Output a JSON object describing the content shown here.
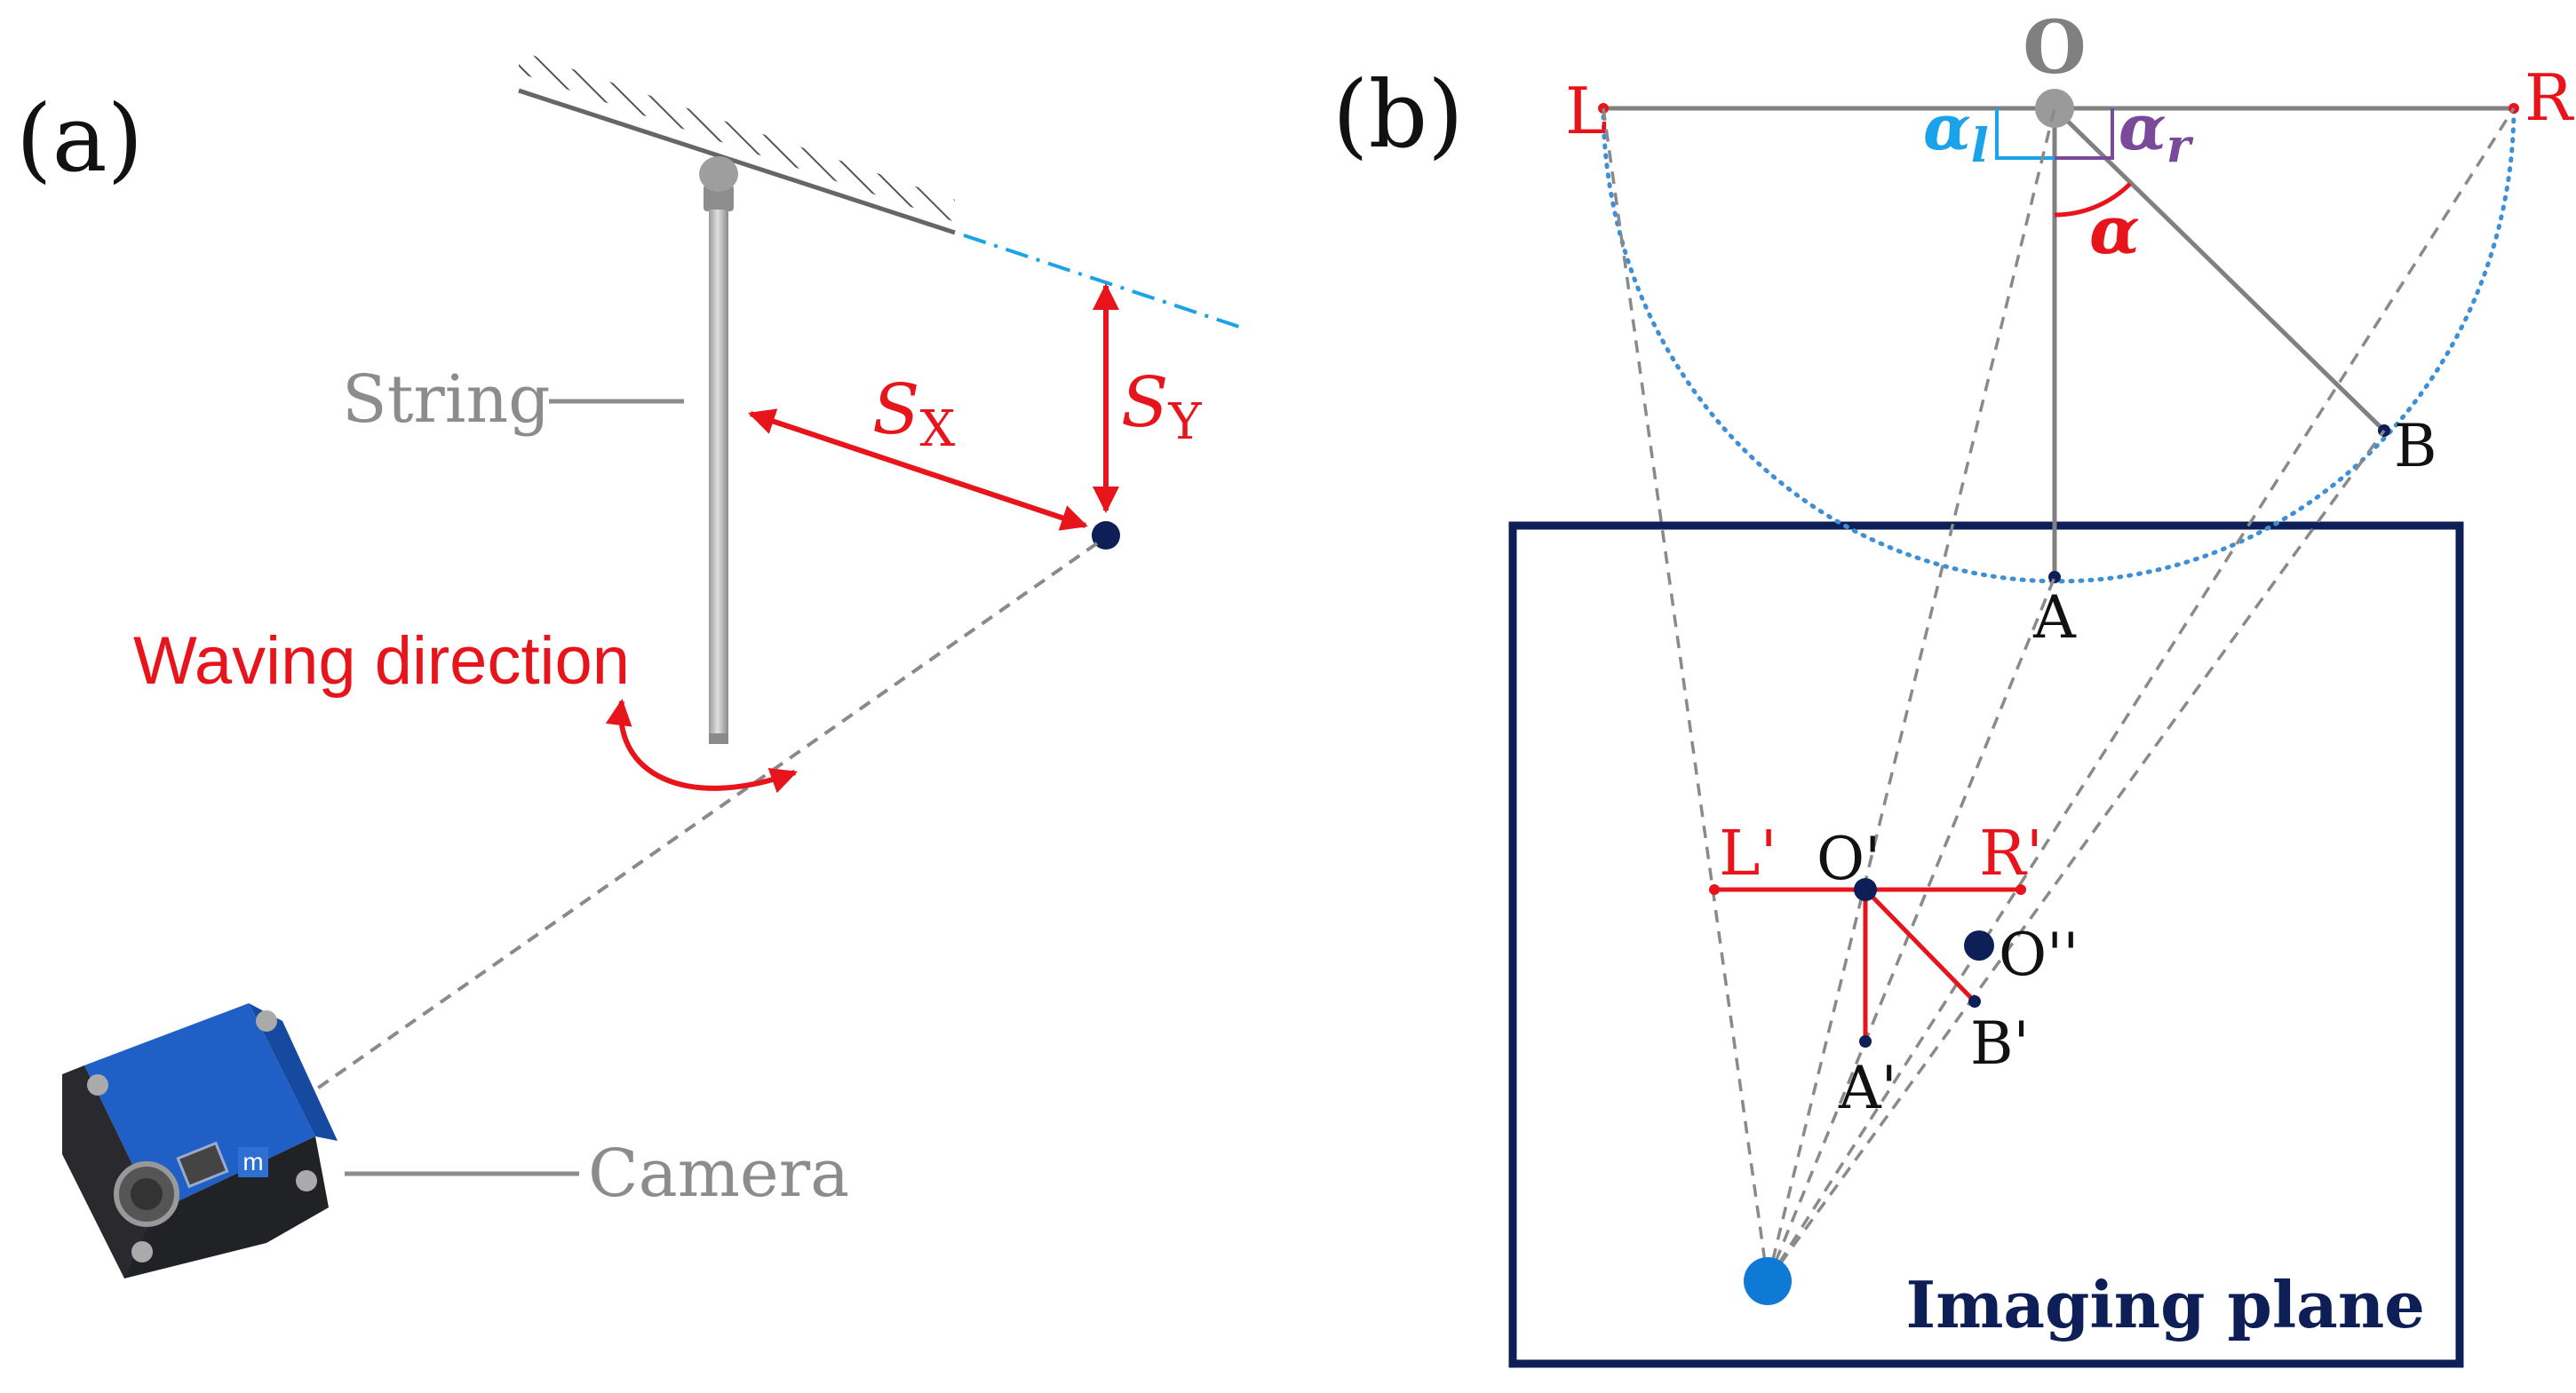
{
  "panel_a": {
    "label": "(a)",
    "string_label": "String",
    "sx_letter": "S",
    "sx_sub": "X",
    "sy_letter": "S",
    "sy_sub": "Y",
    "waving_label": "Waving direction",
    "camera_label": "Camera",
    "camera_logo": "m"
  },
  "panel_b": {
    "label": "(b)",
    "point_O": "O",
    "point_L": "L",
    "point_R": "R",
    "alpha_l_letter": "α",
    "alpha_l_sub": "l",
    "alpha_r_letter": "α",
    "alpha_r_sub": "r",
    "alpha": "α",
    "point_B": "B",
    "point_A": "A",
    "point_Lp": "L'",
    "point_Op": "O'",
    "point_Rp": "R'",
    "point_Opp": "O''",
    "point_Bp": "B'",
    "point_Ap": "A'",
    "imaging_plane": "Imaging plane"
  },
  "colors": {
    "red": "#e8141b",
    "navy": "#0d1f56",
    "gray": "#808080",
    "dash_gray": "#8a8a8a",
    "cyan": "#1aa3e8",
    "purple": "#7a4a9a",
    "blue_dot": "#0f7ad6",
    "dotted_blue": "#3d8fd6",
    "camera_blue": "#1f5fc6"
  }
}
